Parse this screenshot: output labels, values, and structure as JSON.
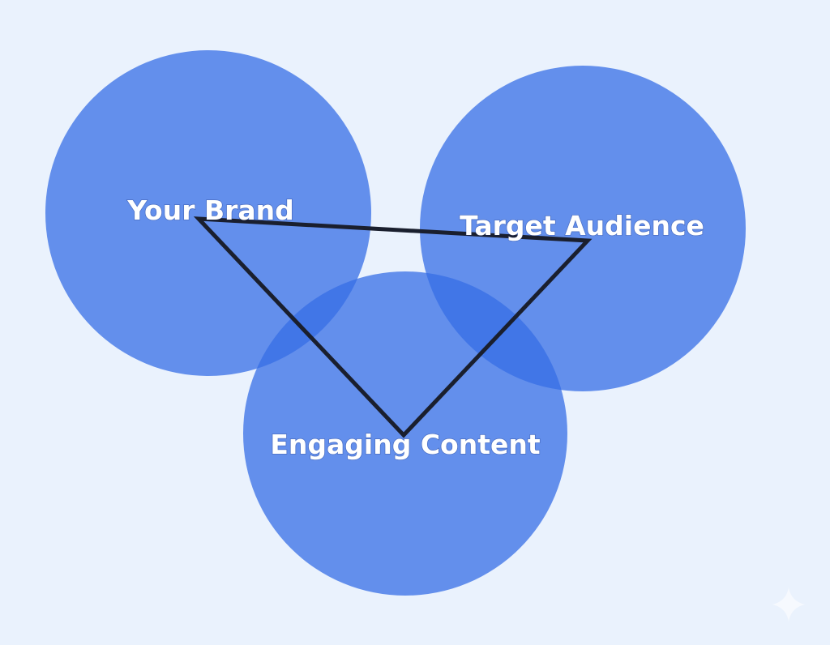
{
  "diagram": {
    "type": "venn-triangle",
    "nodes": [
      {
        "id": "brand",
        "label": "Your Brand"
      },
      {
        "id": "audience",
        "label": "Target Audience"
      },
      {
        "id": "content",
        "label": "Engaging Content"
      }
    ],
    "edges": [
      [
        "brand",
        "audience"
      ],
      [
        "audience",
        "content"
      ],
      [
        "content",
        "brand"
      ]
    ],
    "colors": {
      "background": "#eaf2fd",
      "circle": "#366de6",
      "line": "#1a1f2e",
      "text": "#ffffff"
    },
    "watermark_icon": "sparkle-icon"
  }
}
